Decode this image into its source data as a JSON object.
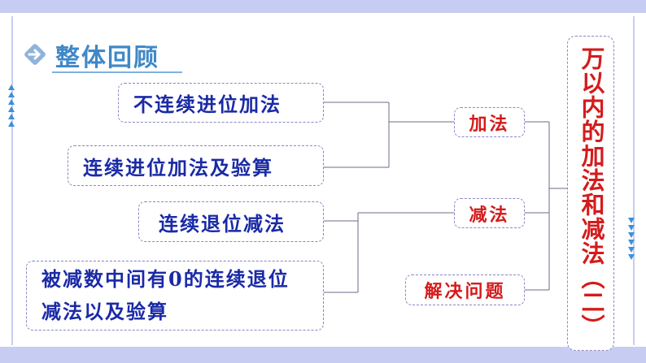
{
  "heading": "整体回顾",
  "topics": [
    "不连续进位加法",
    "连续进位加法及验算",
    "连续退位减法",
    "被减数中间有0的连续退位减法以及验算"
  ],
  "categories": [
    "加法",
    "减法",
    "解决问题"
  ],
  "main_title": "万以内的加法和减法（二）",
  "colors": {
    "topic_text": "#1a2aa6",
    "category_text": "#d41b1b",
    "heading_text": "#3f88c8",
    "band": "#c7cdf2"
  }
}
